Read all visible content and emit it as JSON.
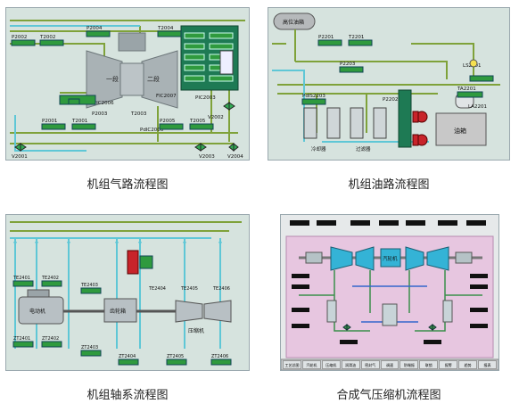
{
  "colors": {
    "scada_bg": "#d6e3de",
    "pipe_green": "#7fa23a",
    "pipe_cyan": "#5fc7d6",
    "pipe_gray": "#8a8f92",
    "value_green": "#2f9a3e",
    "dark_panel": "#1e7a54",
    "compressor_cyan": "#34b3d6",
    "valve_red": "#c8242a",
    "lube_gray": "#c8c8c8",
    "pink": "#e7c6e0"
  },
  "captions": {
    "gas": "机组气路流程图",
    "oil": "机组油路流程图",
    "shaft": "机组轴系流程图",
    "synth": "合成气压缩机流程图"
  },
  "gas_panel": {
    "stage_left": "一段",
    "stage_right": "二段",
    "tags": [
      "P2002",
      "T2002",
      "P2004",
      "T2004",
      "P2001",
      "T2001",
      "P2005",
      "T2005",
      "P2003",
      "T2003",
      "PIC2003",
      "PdIC2006",
      "FIC2006",
      "FIC2007",
      "V2001",
      "V2002",
      "V2003",
      "V2004"
    ]
  },
  "oil_panel": {
    "tank_label": "高位油箱",
    "tags": [
      "P2201",
      "T2201",
      "P2203",
      "PdIS2203",
      "P2202",
      "TA2201",
      "LA2201",
      "LS2201"
    ],
    "cooler_label": "冷却器",
    "filter_label": "过滤器",
    "reservoir_label": "油箱"
  },
  "shaft_panel": {
    "motor_label": "电动机",
    "gearbox_label": "齿轮箱",
    "compressor_label": "压缩机",
    "tags": [
      "ZT2401",
      "ZT2402",
      "ZT2403",
      "ZT2404",
      "ZT2405",
      "ZT2406",
      "TE2401",
      "TE2402",
      "TE2403",
      "TE2404",
      "TE2405",
      "TE2406"
    ]
  },
  "synth_panel": {
    "center_label": "汽轮机",
    "bottom_tabs": [
      "工艺总图",
      "汽轮机",
      "压缩机",
      "润滑油",
      "密封气",
      "调速",
      "防喘振",
      "联锁",
      "报警",
      "趋势",
      "报表"
    ]
  }
}
